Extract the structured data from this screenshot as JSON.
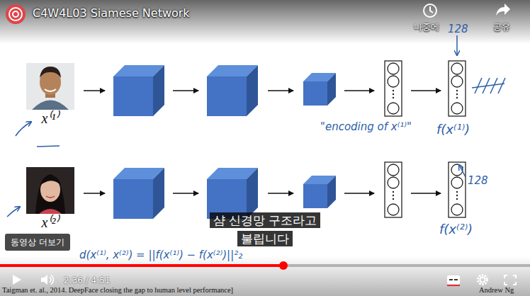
{
  "diagram": {
    "title": "C4W4L03 Siamese Network",
    "caption": "샴 신경망 구조라고 불립니다",
    "nodes": [
      {
        "text": [
          "x⁽¹⁾"
        ]
      },
      {
        "text": [
          "x⁽²⁾"
        ]
      }
    ],
    "labels": [
      "나중에",
      "공유",
      "128",
      "\"encoding of x⁽¹⁾\"",
      "f(x⁽¹⁾)",
      "128",
      "f(x⁽²⁾)",
      "d(x⁽¹⁾, x⁽²⁾) = ||f(x⁽¹⁾) − f(x⁽²⁾)||²₂",
      "동영상 더보기",
      "2:36 / 4:51",
      "Taigman et. al., 2014. DeepFace closing the gap to human level performance]",
      "Andrew Ng"
    ]
  }
}
